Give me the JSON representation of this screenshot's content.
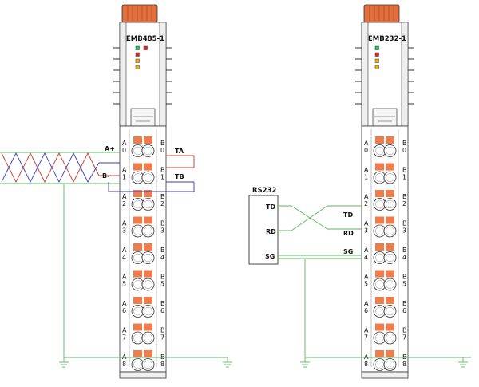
{
  "modules": [
    {
      "title": "EMB485-1",
      "led_colors": [
        "#22c55e",
        "#dc2626",
        "#dc2626",
        "#eab308",
        "#eab308"
      ],
      "left_pins": [
        "A0",
        "A1",
        "A2",
        "A3",
        "A4",
        "A5",
        "A6",
        "A7",
        "A8"
      ],
      "right_pins": [
        "B0",
        "B1",
        "B2",
        "B3",
        "B4",
        "B5",
        "B6",
        "B7",
        "B8"
      ]
    },
    {
      "title": "EMB232-1",
      "led_colors": [
        "#22c55e",
        "#dc2626",
        "#eab308",
        "#eab308"
      ],
      "left_pins": [
        "A0",
        "A1",
        "A2",
        "A3",
        "A4",
        "A5",
        "A6",
        "A7",
        "A8"
      ],
      "right_pins": [
        "B0",
        "B1",
        "B2",
        "B3",
        "B4",
        "B5",
        "B6",
        "B7",
        "B8"
      ]
    }
  ],
  "rs485": {
    "a_label": "A+",
    "b_label": "B-",
    "ta_label": "TA",
    "tb_label": "TB"
  },
  "rs232": {
    "title": "RS232",
    "device_pins": [
      "TD",
      "RD",
      "SG"
    ],
    "module_pins": [
      "TD",
      "RD",
      "SG"
    ]
  },
  "colors": {
    "terminal": "#ee7d4d",
    "cap": "#e2703e",
    "wire_green": "#5cb85c",
    "wire_red": "#c0392b",
    "wire_blue": "#3b3bb5",
    "outline": "#333333"
  }
}
